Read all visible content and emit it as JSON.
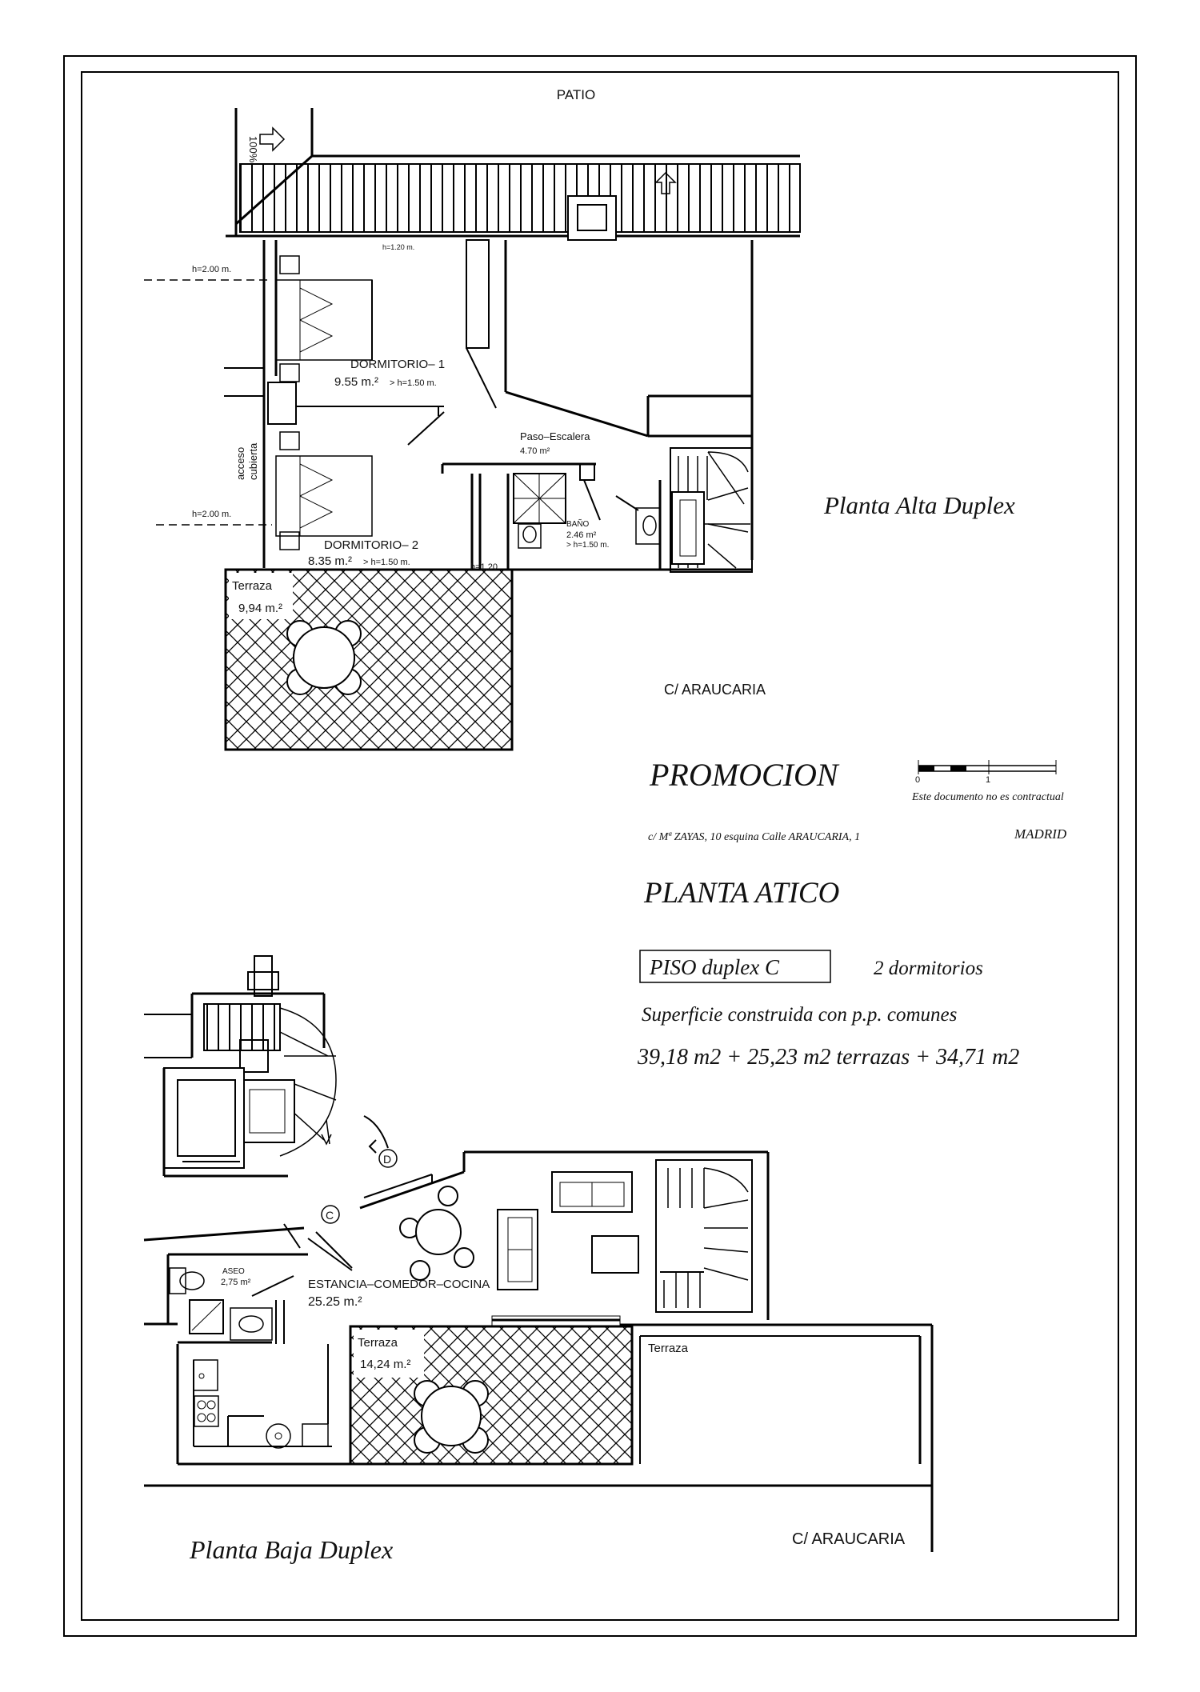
{
  "upper_floor": {
    "view_title": "Planta Alta Duplex",
    "patio_label": "PATIO",
    "arrow_label": "100%",
    "top_height_note": "h=1.20 m.",
    "height_note_1": "h=2.00 m.",
    "height_note_2": "h=2.00 m.",
    "roof_access_line1": "acceso",
    "roof_access_line2": "cubierta",
    "bedroom1": {
      "name": "DORMITORIO– 1",
      "area": "9.55 m.²",
      "height": "> h=1.50 m."
    },
    "bedroom2": {
      "name": "DORMITORIO– 2",
      "area": "8.35 m.²",
      "height": "> h=1.50 m."
    },
    "passage": {
      "name": "Paso–Escalera",
      "area": "4.70 m²"
    },
    "bath": {
      "name": "BAÑO",
      "area": "2.46 m²",
      "height": "> h=1.50 m."
    },
    "terrace": {
      "name": "Terraza",
      "area": "9,94 m.²"
    },
    "railing_note": "h=1.20",
    "street_label": "C/ ARAUCARIA"
  },
  "info_block": {
    "promotion": "PROMOCION",
    "scale_0": "0",
    "scale_1": "1",
    "disclaimer": "Este documento no es contractual",
    "address": "c/ Mª ZAYAS, 10 esquina Calle ARAUCARIA, 1",
    "city": "MADRID",
    "floor": "PLANTA ATICO",
    "unit_type": "PISO duplex C",
    "bedrooms": "2 dormitorios",
    "surface_title": "Superficie construida con p.p. comunes",
    "surface_values": "39,18 m2 + 25,23 m2 terrazas + 34,71 m2"
  },
  "lower_floor": {
    "view_title": "Planta Baja Duplex",
    "door_d": "D",
    "door_c": "C",
    "toilet": {
      "name": "ASEO",
      "area": "2,75 m²"
    },
    "living": {
      "name": "ESTANCIA–COMEDOR–COCINA",
      "area": "25.25 m.²"
    },
    "terrace": {
      "name": "Terraza",
      "area": "14,24 m.²"
    },
    "terrace_right": "Terraza",
    "street_label": "C/ ARAUCARIA"
  }
}
